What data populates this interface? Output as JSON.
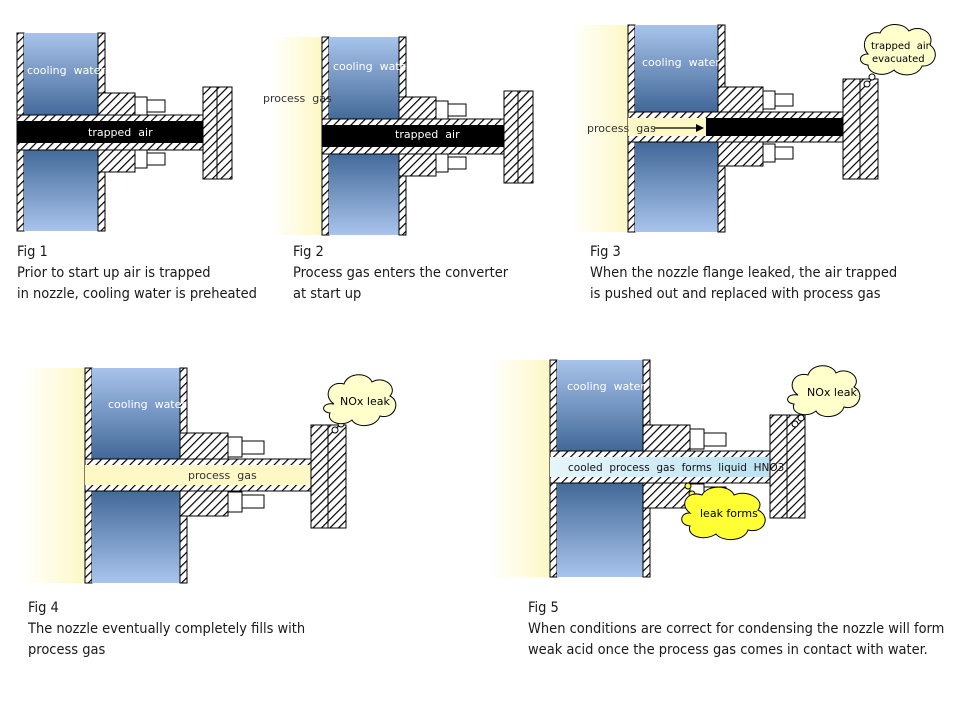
{
  "figures": [
    {
      "id": "fig1",
      "labels": {
        "cooling_water": "cooling  water",
        "trapped_air": "trapped  air"
      },
      "caption": {
        "title": "Fig 1",
        "line1": "Prior to start up air is trapped",
        "line2": "in nozzle, cooling water is preheated"
      }
    },
    {
      "id": "fig2",
      "labels": {
        "process_gas": "process  gas",
        "cooling_water": "cooling  water",
        "trapped_air": "trapped  air"
      },
      "caption": {
        "title": "Fig 2",
        "line1": "Process gas enters the converter",
        "line2": "at start up"
      }
    },
    {
      "id": "fig3",
      "labels": {
        "cooling_water": "cooling  water",
        "process_gas": "process  gas",
        "cloud_line1": "trapped  air",
        "cloud_line2": "evacuated"
      },
      "caption": {
        "title": "Fig 3",
        "line1": "When the nozzle flange leaked, the air trapped",
        "line2": "is pushed out and replaced with process gas"
      }
    },
    {
      "id": "fig4",
      "labels": {
        "cooling_water": "cooling  water",
        "process_gas": "process  gas",
        "cloud": "NOx leak"
      },
      "caption": {
        "title": "Fig 4",
        "line1": "The nozzle eventually  completely fills  with",
        "line2": "process gas"
      }
    },
    {
      "id": "fig5",
      "labels": {
        "cooling_water": "cooling  water",
        "liquid": "cooled  process  gas  forms  liquid  HNO3",
        "cloud": "NOx leak",
        "leak_cloud": "leak forms"
      },
      "caption": {
        "title": "Fig 5",
        "line1": "When conditions are correct for  condensing the nozzle will form",
        "line2": "weak acid once the process gas comes in contact with water."
      }
    }
  ],
  "colors": {
    "water_top": "#3f6696",
    "water_bottom": "#a8c4ec",
    "gas_yellow": "#fdf8c6",
    "trapped_air": "#000000",
    "liquid_blue": "#cfe8f4",
    "cloud_white": "#ffffcc",
    "cloud_yellow": "#ffff33"
  }
}
